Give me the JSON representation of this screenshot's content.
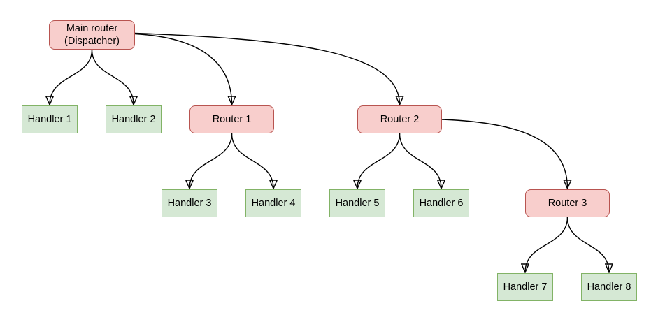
{
  "diagram": {
    "type": "tree",
    "description": "Message routing hierarchy with a main dispatcher, sub-routers and handlers",
    "colors": {
      "router_fill": "#f8cecc",
      "router_stroke": "#b85450",
      "handler_fill": "#d5e8d4",
      "handler_stroke": "#82b366",
      "edge_stroke": "#000000"
    },
    "nodes": {
      "main": {
        "type": "router",
        "label_line1": "Main router",
        "label_line2": "(Dispatcher)"
      },
      "r1": {
        "type": "router",
        "label": "Router 1"
      },
      "r2": {
        "type": "router",
        "label": "Router 2"
      },
      "r3": {
        "type": "router",
        "label": "Router 3"
      },
      "h1": {
        "type": "handler",
        "label": "Handler 1"
      },
      "h2": {
        "type": "handler",
        "label": "Handler 2"
      },
      "h3": {
        "type": "handler",
        "label": "Handler 3"
      },
      "h4": {
        "type": "handler",
        "label": "Handler 4"
      },
      "h5": {
        "type": "handler",
        "label": "Handler 5"
      },
      "h6": {
        "type": "handler",
        "label": "Handler 6"
      },
      "h7": {
        "type": "handler",
        "label": "Handler 7"
      },
      "h8": {
        "type": "handler",
        "label": "Handler 8"
      }
    },
    "edges": [
      {
        "from": "main",
        "to": "h1"
      },
      {
        "from": "main",
        "to": "h2"
      },
      {
        "from": "main",
        "to": "r1"
      },
      {
        "from": "main",
        "to": "r2"
      },
      {
        "from": "r1",
        "to": "h3"
      },
      {
        "from": "r1",
        "to": "h4"
      },
      {
        "from": "r2",
        "to": "h5"
      },
      {
        "from": "r2",
        "to": "h6"
      },
      {
        "from": "r2",
        "to": "r3"
      },
      {
        "from": "r3",
        "to": "h7"
      },
      {
        "from": "r3",
        "to": "h8"
      }
    ]
  }
}
